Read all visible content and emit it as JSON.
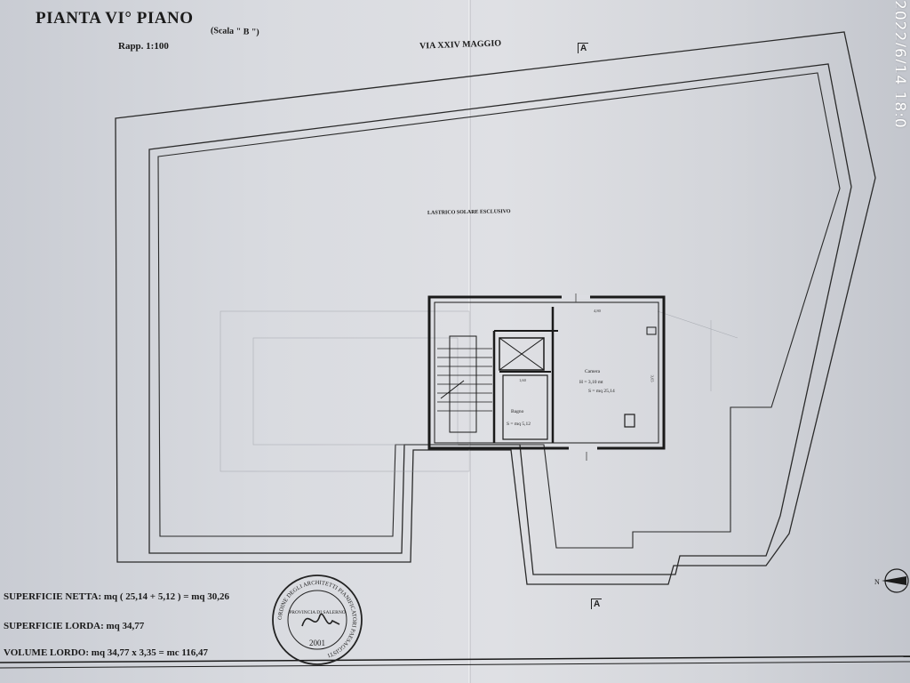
{
  "header": {
    "title": "PIANTA VI° PIANO",
    "title_note": "(Scala \" B \")",
    "scale": "Rapp. 1:100",
    "street": "VIA XXIV MAGGIO"
  },
  "section_markers": {
    "top": "A",
    "bottom": "A"
  },
  "plan": {
    "terrace_label": "LASTRICO SOLARE ESCLUSIVO",
    "rooms": [
      {
        "name": "Camera",
        "height_text": "H = 3,10 mt",
        "area_text": "S = mq 25,14"
      },
      {
        "name": "Bagno",
        "area_text": "S = mq 5,12"
      }
    ],
    "dimensions": [
      "4,80",
      "3,65",
      "1,60"
    ]
  },
  "summary": {
    "superficie_netta": "SUPERFICIE NETTA: mq ( 25,14 + 5,12 ) = mq 30,26",
    "superficie_lorda": "SUPERFICIE LORDA: mq 34,77",
    "volume_lordo": "VOLUME LORDO: mq 34,77 x 3,35 = mc 116,47"
  },
  "stamp": {
    "ring_text": "ORDINE DEGLI ARCHITETTI PIANIFICATORI PAESAGGISTI",
    "province": "PROVINCIA DI SALERNO",
    "year": "2001"
  },
  "north_label": "N",
  "timestamp": "2022/6/14 18:0",
  "colors": {
    "ink": "#1a1a1a",
    "paper": "#dcdde2",
    "timestamp": "#ffffff"
  }
}
